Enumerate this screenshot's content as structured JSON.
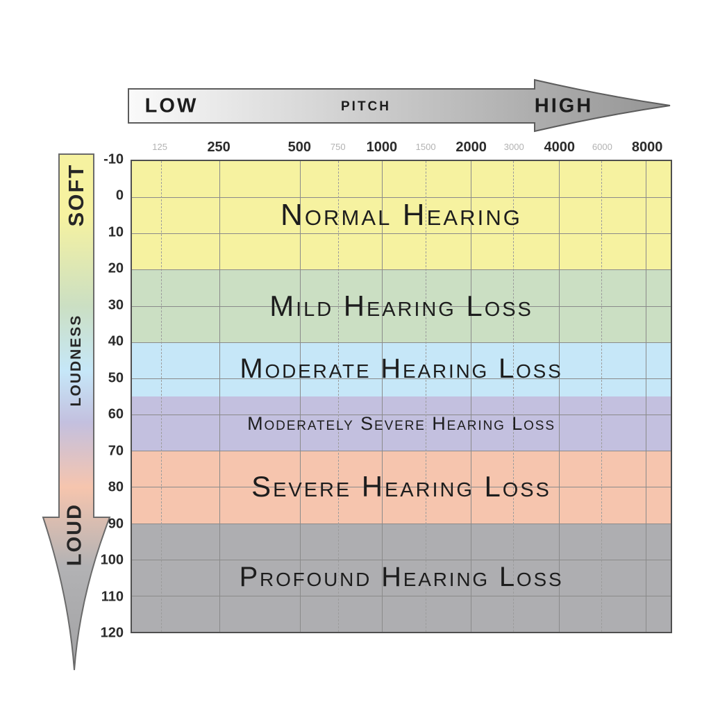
{
  "top_arrow": {
    "low": "LOW",
    "pitch": "PITCH",
    "high": "HIGH",
    "gradient_start": "#fafafa",
    "gradient_end": "#949494"
  },
  "left_arrow": {
    "soft": "SOFT",
    "loudness": "LOUDNESS",
    "loud": "LOUD",
    "tail_gray_1": "#b2b2b4",
    "tail_gray_2": "#a2a2a4"
  },
  "colors": {
    "grid_line": "#8a8a8a",
    "plot_border": "#4f4f4f",
    "major_tick_text": "#2b2b2b",
    "minor_tick_text": "#b2b2b2",
    "band_label_text": "#1d1d1d"
  },
  "chart_data": {
    "type": "heatmap",
    "title": "",
    "xlabel": "PITCH",
    "ylabel": "LOUDNESS",
    "x_axis": "frequency_hz",
    "y_axis": "hearing_level_db",
    "ylim": [
      -10,
      120
    ],
    "grid": "on",
    "x_ticks": [
      {
        "label": "125",
        "major": false
      },
      {
        "label": "250",
        "major": true
      },
      {
        "label": "500",
        "major": true
      },
      {
        "label": "750",
        "major": false
      },
      {
        "label": "1000",
        "major": true
      },
      {
        "label": "1500",
        "major": false
      },
      {
        "label": "2000",
        "major": true
      },
      {
        "label": "3000",
        "major": false
      },
      {
        "label": "4000",
        "major": true
      },
      {
        "label": "6000",
        "major": false
      },
      {
        "label": "8000",
        "major": true
      }
    ],
    "y_ticks": [
      "-10",
      "0",
      "10",
      "20",
      "30",
      "40",
      "50",
      "60",
      "70",
      "80",
      "90",
      "100",
      "110",
      "120"
    ],
    "bands": [
      {
        "label": "Normal Hearing",
        "db_from": -10,
        "db_to": 20,
        "color": "#f6f2a0"
      },
      {
        "label": "Mild Hearing Loss",
        "db_from": 20,
        "db_to": 40,
        "color": "#cbdfc3"
      },
      {
        "label": "Moderate Hearing Loss",
        "db_from": 40,
        "db_to": 55,
        "color": "#c6e7f8"
      },
      {
        "label": "Moderately Severe Hearing Loss",
        "db_from": 55,
        "db_to": 70,
        "color": "#c3c0df"
      },
      {
        "label": "Severe Hearing Loss",
        "db_from": 70,
        "db_to": 90,
        "color": "#f6c5ae"
      },
      {
        "label": "Profound Hearing Loss",
        "db_from": 90,
        "db_to": 120,
        "color": "#aeaeb1"
      }
    ]
  }
}
